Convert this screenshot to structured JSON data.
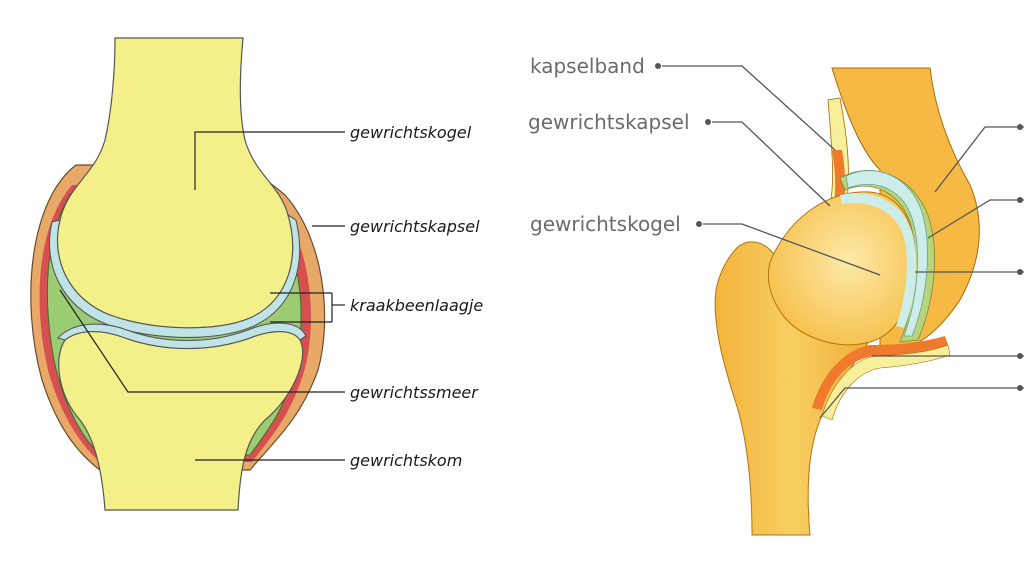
{
  "left_diagram": {
    "labels": {
      "ball": "gewrichtskogel",
      "capsule": "gewrichtskapsel",
      "cartilage": "kraakbeenlaagje",
      "fluid": "gewrichtssmeer",
      "socket": "gewrichtskom"
    }
  },
  "right_diagram": {
    "labels": {
      "ligament": "kapselband",
      "capsule": "gewrichtskapsel",
      "ball": "gewrichtskogel"
    }
  },
  "colors": {
    "bone_left": "#f3f08a",
    "cartilage": "#bfe3e6",
    "fluid": "#9ccc72",
    "capsule_red": "#d65050",
    "capsule_outer": "#e8a867",
    "bone_right": "#f6c250",
    "bone_right_light": "#fbe39a",
    "capsule_orange": "#f07a2c",
    "ligament_yellow": "#f7ef9a"
  }
}
